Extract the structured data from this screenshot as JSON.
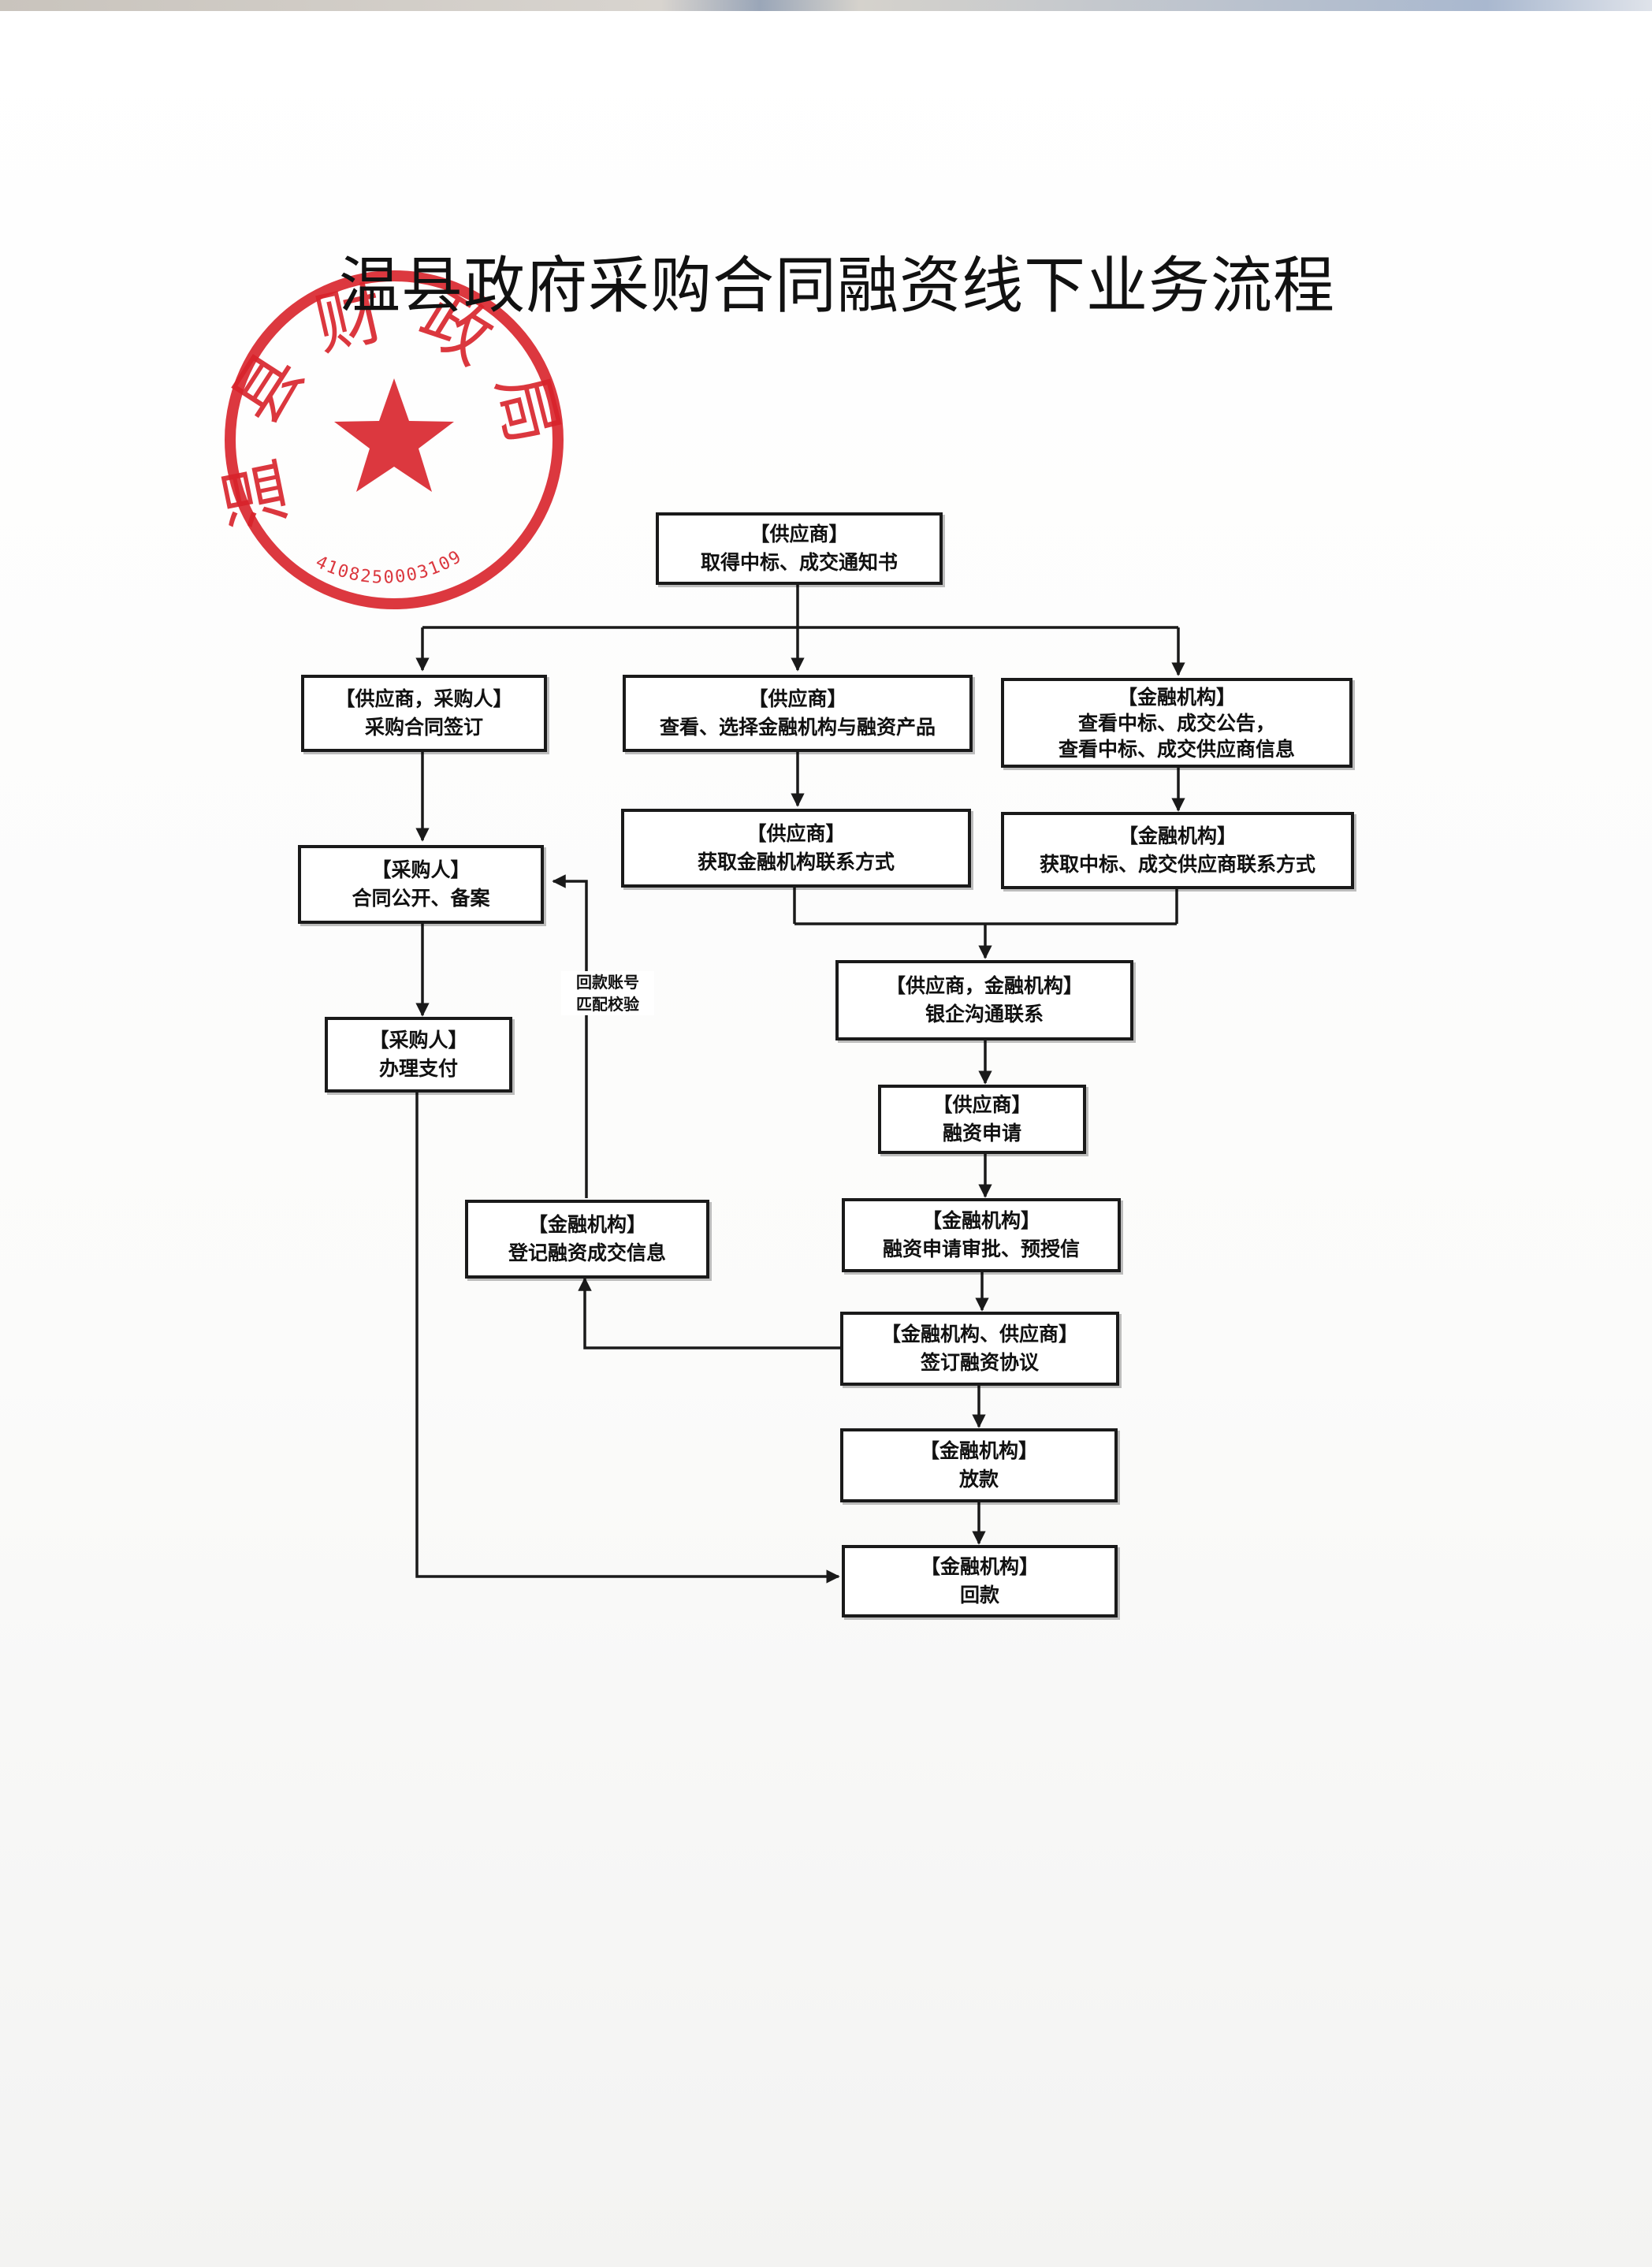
{
  "title": "温县政府采购合同融资线下业务流程",
  "seal": {
    "text": "温县财政局",
    "code": "4108250003109",
    "color": "#d8222a"
  },
  "nodes": {
    "award_notice": {
      "role": "【供应商】",
      "action": "取得中标、成交通知书"
    },
    "contract_sign": {
      "role": "【供应商，采购人】",
      "action": "采购合同签订"
    },
    "select_product": {
      "role": "【供应商】",
      "action": "查看、选择金融机构与融资产品"
    },
    "fi_view": {
      "role": "【金融机构】",
      "action": "查看中标、成交公告，",
      "action2": "查看中标、成交供应商信息"
    },
    "contract_publish": {
      "role": "【采购人】",
      "action": "合同公开、备案"
    },
    "fi_contact": {
      "role": "【供应商】",
      "action": "获取金融机构联系方式"
    },
    "supplier_contact": {
      "role": "【金融机构】",
      "action": "获取中标、成交供应商联系方式"
    },
    "bank_enterprise": {
      "role": "【供应商，金融机构】",
      "action": "银企沟通联系"
    },
    "payment": {
      "role": "【采购人】",
      "action": "办理支付"
    },
    "apply": {
      "role": "【供应商】",
      "action": "融资申请"
    },
    "register": {
      "role": "【金融机构】",
      "action": "登记融资成交信息"
    },
    "approve": {
      "role": "【金融机构】",
      "action": "融资申请审批、预授信"
    },
    "agreement": {
      "role": "【金融机构、供应商】",
      "action": "签订融资协议"
    },
    "loan": {
      "role": "【金融机构】",
      "action": "放款"
    },
    "repay": {
      "role": "【金融机构】",
      "action": "回款"
    }
  },
  "edge_label": {
    "line1": "回款账号",
    "line2": "匹配校验"
  }
}
